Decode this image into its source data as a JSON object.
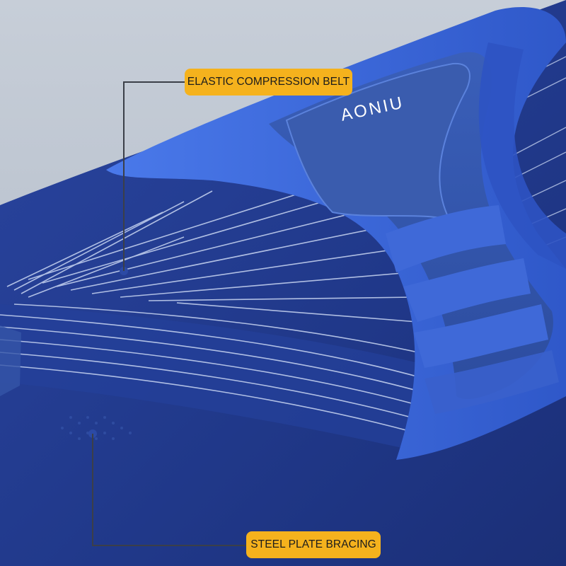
{
  "brand": {
    "logo_text": "AONIU"
  },
  "callouts": {
    "top_label": "ELASTIC COMPRESSION BELT",
    "bottom_label": "STEEL PLATE BRACING"
  },
  "colors": {
    "background": "#b9c2cf",
    "belt_navy": "#233c8e",
    "panel_blue": "#3360d0",
    "label_yellow": "#f5b21d"
  }
}
